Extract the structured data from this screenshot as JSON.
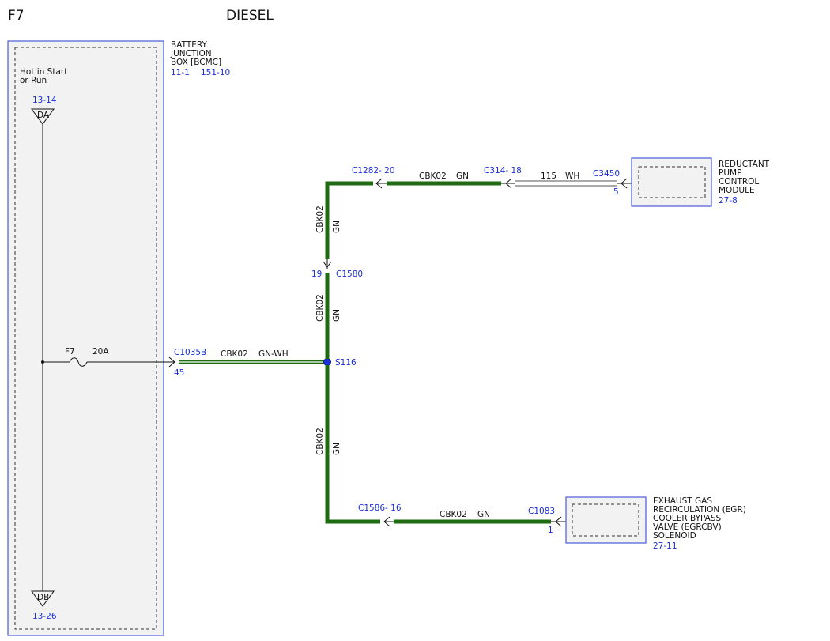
{
  "header": {
    "page_id": "F7",
    "title": "DIESEL"
  },
  "colors": {
    "wire": "#1f6b12",
    "ref": "#1a2fd6",
    "box_fill": "#f2f2f2",
    "box_outline": "#4a5ad8"
  },
  "bjb": {
    "name_lines": [
      "BATTERY",
      "JUNCTION",
      "BOX [BCMC]"
    ],
    "ref_a": "11-1",
    "ref_b": "151-10",
    "hot_lines": [
      "Hot in Start",
      "or Run"
    ],
    "bus_top_ref": "13-14",
    "bus_top_tag": "DA",
    "bus_bottom_tag": "DB",
    "bus_bottom_ref": "13-26",
    "fuse_id": "F7",
    "fuse_rating": "20A"
  },
  "connectors": {
    "c1035b": "C1035B",
    "c1035b_pin": "45",
    "c1282": "C1282- 20",
    "c314": "C314- 18",
    "c3450": "C3450",
    "c3450_pin": "5",
    "c1580": "C1580",
    "c1580_pin": "19",
    "c1586": "C1586- 16",
    "c1083": "C1083",
    "c1083_pin": "1",
    "splice": "S116"
  },
  "wires": {
    "main_circuit": "CBK02",
    "main_color": "GN-WH",
    "top_circuit": "CBK02",
    "top_color": "GN",
    "rpcm_circuit": "115",
    "rpcm_color": "WH",
    "vert_upper_circuit": "CBK02",
    "vert_upper_color": "GN",
    "vert_mid_circuit": "CBK02",
    "vert_mid_color": "GN",
    "vert_lower_circuit": "CBK02",
    "vert_lower_color": "GN",
    "bottom_circuit": "CBK02",
    "bottom_color": "GN"
  },
  "components": {
    "rpcm": {
      "lines": [
        "REDUCTANT",
        "PUMP",
        "CONTROL",
        "MODULE"
      ],
      "ref": "27-8"
    },
    "egr": {
      "lines": [
        "EXHAUST GAS",
        "RECIRCULATION (EGR)",
        "COOLER BYPASS",
        "VALVE (EGRCBV)",
        "SOLENOID"
      ],
      "ref": "27-11"
    }
  }
}
